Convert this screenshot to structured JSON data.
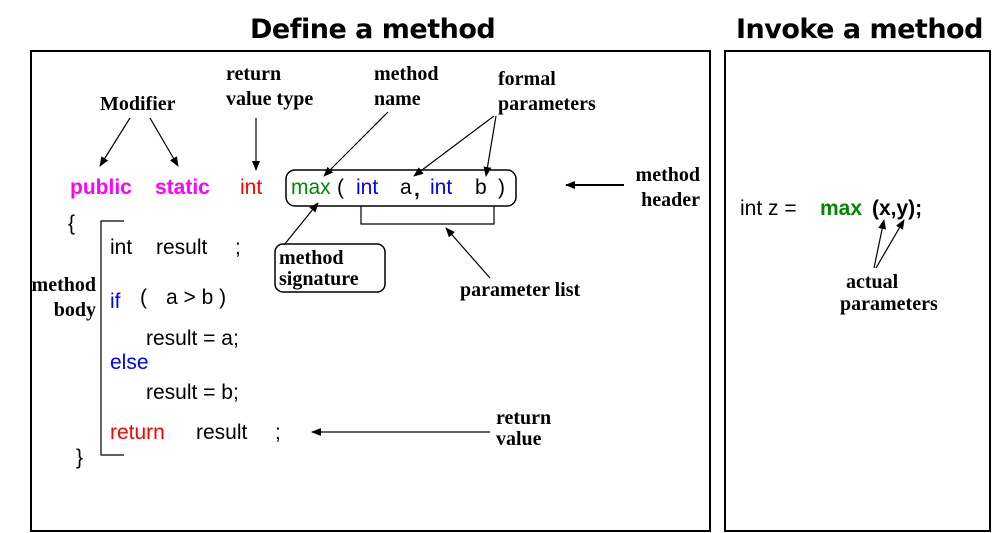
{
  "titles": {
    "define": "Define a method",
    "invoke": "Invoke a method"
  },
  "code": {
    "public": "public",
    "static": "static",
    "int_return": "int",
    "max": "max",
    "open_paren": "(",
    "int_a": "int",
    "a": "a",
    "comma": ",",
    "int_b": "int",
    "b": "b",
    "close_paren": ")",
    "open_brace": "{",
    "decl_int": "int",
    "decl_result": "result",
    "decl_semi": ";",
    "if": "if",
    "if_paren": "(",
    "if_cond": "a > b )",
    "assign_a": "result = a;",
    "else": "else",
    "assign_b": "result = b;",
    "return": "return",
    "return_result": "result",
    "return_semi": ";",
    "close_brace": "}"
  },
  "annotations": {
    "modifier": "Modifier",
    "return_type": [
      "return",
      "value type"
    ],
    "method_name": [
      "method",
      "name"
    ],
    "formal_params": [
      "formal",
      "parameters"
    ],
    "method_header": [
      "method",
      "header"
    ],
    "method_signature": [
      "method",
      "signature"
    ],
    "parameter_list": "parameter list",
    "method_body": [
      "method",
      "body"
    ],
    "return_value": [
      "return",
      "value"
    ],
    "actual_params": [
      "actual",
      "parameters"
    ]
  },
  "invoke": {
    "prefix": "int z =",
    "max": "max",
    "args": "(x,y);"
  },
  "colors": {
    "modifier": "#ff00ff",
    "return": "#ff0000",
    "method_name": "#008800",
    "param_type": "#0000ff",
    "keyword": "#0000ff"
  }
}
